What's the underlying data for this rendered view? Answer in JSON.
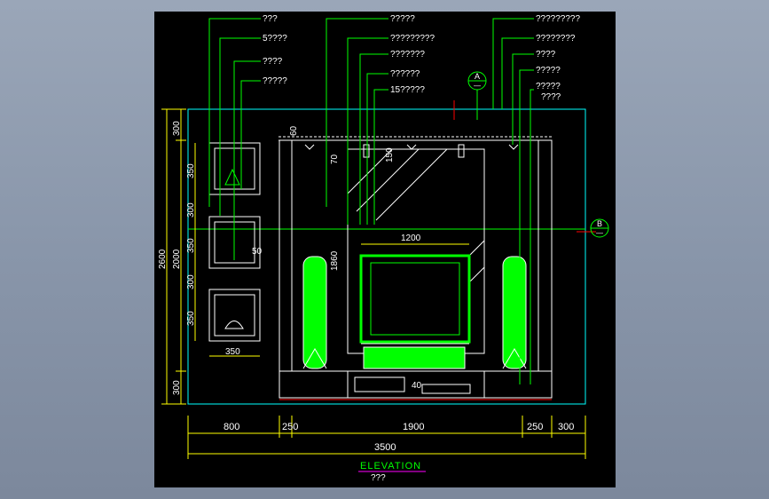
{
  "drawing": {
    "title": "ELEVATION",
    "subtitle": "???",
    "colors": {
      "background": "#000000",
      "leader": "#00ff00",
      "dimension": "#ffff00",
      "outline": "#00ffff",
      "line": "#ffffff",
      "centerline": "#ff0000",
      "title_underline": "#ff00ff",
      "fill_green": "#00ff00"
    },
    "callouts_left": [
      "???",
      "5????",
      "????",
      "?????"
    ],
    "callouts_center": [
      "?????",
      "?????????",
      "???????",
      "??????",
      "15?????"
    ],
    "callouts_right": [
      "?????????",
      "????????",
      "????",
      "?????",
      "?????",
      "????"
    ],
    "section_markers": [
      {
        "id": "A",
        "sub": "—"
      },
      {
        "id": "B",
        "sub": "—"
      }
    ],
    "left_dims_outer": [
      "2600"
    ],
    "left_dims_mid": [
      "300",
      "2000",
      "300"
    ],
    "left_dims_inner": [
      "350",
      "300",
      "350",
      "300",
      "350"
    ],
    "bottom_dims_segments": [
      "800",
      "250",
      "1900",
      "250",
      "300"
    ],
    "bottom_dim_total": "3500",
    "inner_dims": {
      "d60_top": "60",
      "d70": "70",
      "d150": "150",
      "d1200": "1200",
      "d1860": "1860",
      "d50": "50",
      "d350": "350",
      "d40": "40"
    }
  }
}
